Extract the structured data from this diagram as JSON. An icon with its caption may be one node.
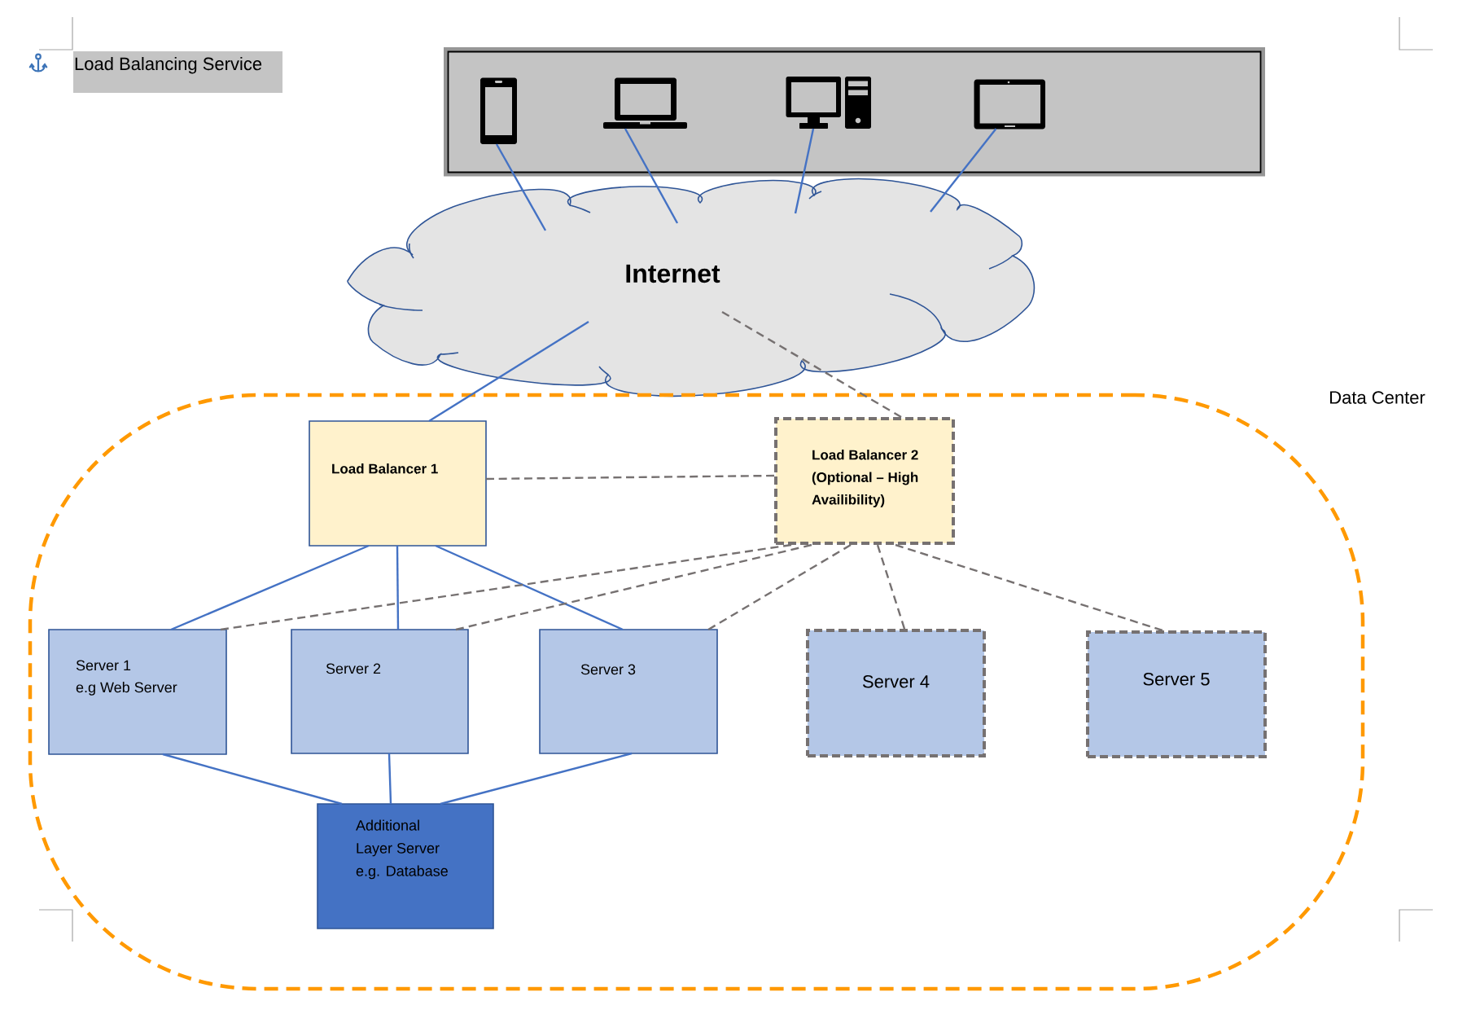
{
  "diagram": {
    "title": "Load Balancing Service",
    "nodes": [
      {
        "text": [],
        "shape": "box"
      },
      {
        "text": [],
        "shape": "picture",
        "in": 0
      },
      {
        "text": [],
        "shape": "picture",
        "in": 0
      },
      {
        "text": [],
        "shape": "picture",
        "in": 0
      },
      {
        "text": [],
        "shape": "picture",
        "in": 0
      },
      {
        "text": [
          "Internet"
        ]
      },
      {
        "text": [
          "Data Center"
        ]
      },
      {
        "text": [
          "Load Balancer 1"
        ],
        "in": 6
      },
      {
        "text": [
          "Load Balancer 2 (Optional – High Availibility)"
        ],
        "in": 6
      },
      {
        "text": [
          "Server 1",
          "e.g Web Server"
        ],
        "in": 6
      },
      {
        "text": [
          "Server 2"
        ],
        "in": 6
      },
      {
        "text": [
          "Server 3"
        ],
        "in": 6
      },
      {
        "text": [
          "Server 4"
        ],
        "in": 6
      },
      {
        "text": [
          "Server 5"
        ],
        "in": 6
      },
      {
        "text": [
          "Additional Layer Server",
          "e.g. Database"
        ],
        "in": 6
      }
    ],
    "edges": [
      {
        "from": 1,
        "to": 5,
        "arrow": "none"
      },
      {
        "from": 2,
        "to": 5,
        "arrow": "none"
      },
      {
        "from": 3,
        "to": 5,
        "arrow": "none"
      },
      {
        "from": 4,
        "to": 5,
        "arrow": "none"
      },
      {
        "from": 5,
        "to": 7,
        "arrow": "none"
      },
      {
        "from": 5,
        "to": 8,
        "arrow": "none",
        "style": "dashed",
        "color": "#767171"
      },
      {
        "from": 7,
        "to": 8,
        "arrow": "none",
        "style": "dashed",
        "color": "#767171"
      },
      {
        "from": 7,
        "to": 9,
        "arrow": "none"
      },
      {
        "from": 7,
        "to": 10,
        "arrow": "none"
      },
      {
        "from": 7,
        "to": 11,
        "arrow": "none"
      },
      {
        "from": 8,
        "to": 9,
        "arrow": "none",
        "style": "dashed",
        "color": "#767171"
      },
      {
        "from": 8,
        "to": 10,
        "arrow": "none",
        "style": "dashed",
        "color": "#767171"
      },
      {
        "from": 8,
        "to": 11,
        "arrow": "none",
        "style": "dashed",
        "color": "#767171"
      },
      {
        "from": 8,
        "to": 12,
        "arrow": "none",
        "style": "dashed",
        "color": "#767171"
      },
      {
        "from": 8,
        "to": 13,
        "arrow": "none",
        "style": "dashed",
        "color": "#767171"
      },
      {
        "from": 9,
        "to": 14,
        "arrow": "none"
      },
      {
        "from": 10,
        "to": 14,
        "arrow": "none"
      },
      {
        "from": 11,
        "to": 14,
        "arrow": "none"
      }
    ]
  }
}
